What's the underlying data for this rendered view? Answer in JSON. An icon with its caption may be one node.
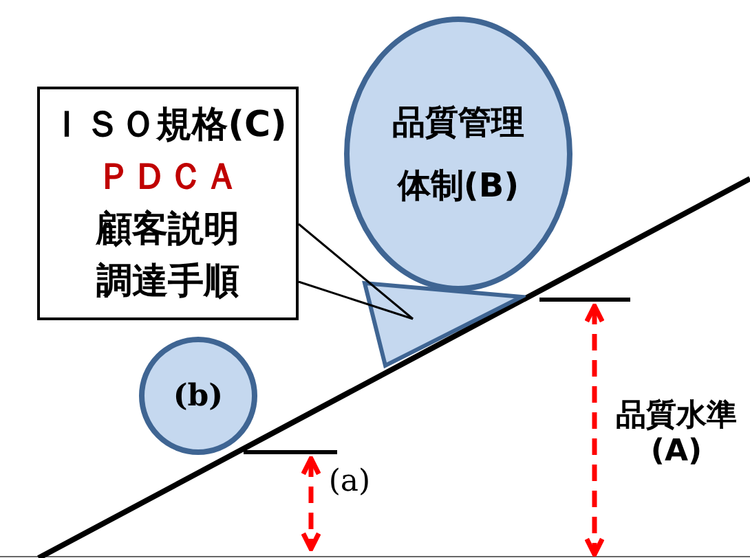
{
  "diagram": {
    "nodes": [
      {
        "text": [
          "ＩＳＯ規格(C)",
          "ＰＤＣＡ",
          "顧客説明",
          "調達手順"
        ]
      },
      {
        "text": [
          "品質管理体制(B)"
        ]
      },
      {
        "text": [],
        "shape": "triangle"
      },
      {
        "text": [
          "(b)"
        ]
      }
    ],
    "edges": [
      {
        "from": 0,
        "to": 2,
        "arrow": "none"
      }
    ],
    "labels": [
      "(a)",
      "品質水準(A)"
    ]
  }
}
